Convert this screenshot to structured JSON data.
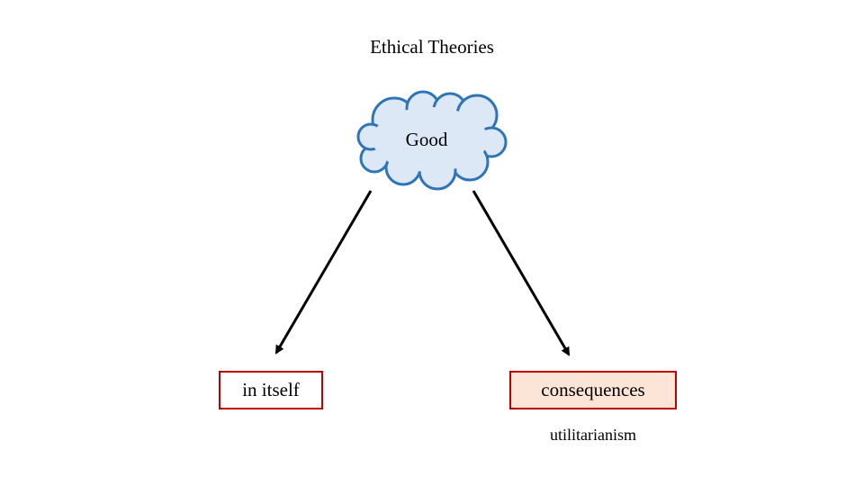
{
  "diagram": {
    "title": "Ethical Theories",
    "root": {
      "label": "Good",
      "shape": "cloud",
      "fill": "#dde8f6",
      "stroke": "#2e75b6"
    },
    "branches": [
      {
        "label": "in itself",
        "fill": "#ffffff",
        "border": "#c00000"
      },
      {
        "label": "consequences",
        "fill": "#fce4d6",
        "border": "#c00000",
        "note": "utilitarianism"
      }
    ],
    "arrow_color": "#000000"
  }
}
